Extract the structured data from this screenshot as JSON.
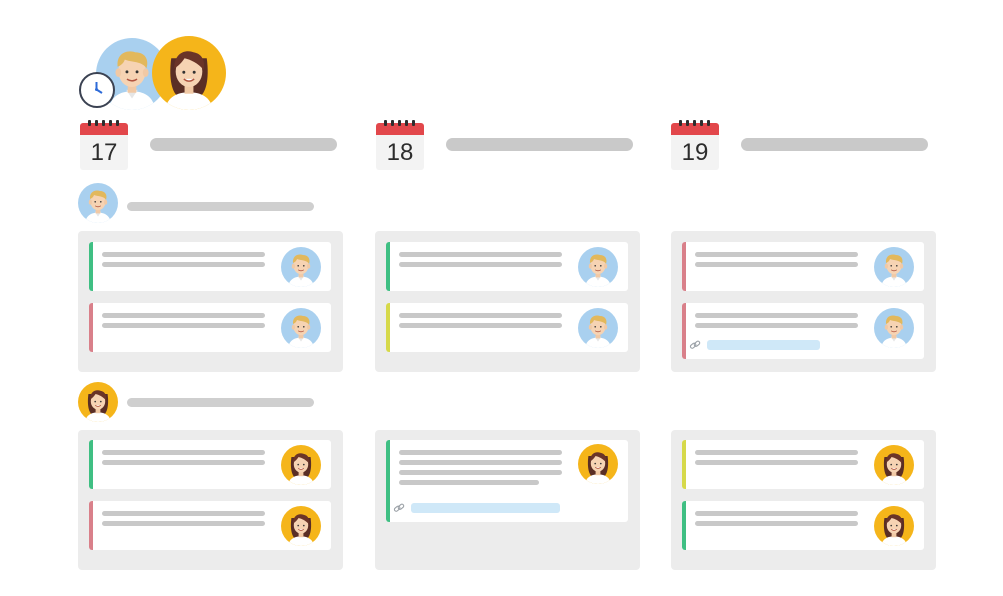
{
  "colors": {
    "calendar_red": "#e2474b",
    "stripe_green": "#3fbf83",
    "stripe_red": "#d9808a",
    "stripe_yellow": "#d6d94a",
    "link_bar": "#cfe8f8",
    "avatar_blue_bg": "#a9d0ef",
    "avatar_yellow_bg": "#f5b51a"
  },
  "icons": {
    "clock": "clock-icon",
    "calendar": "calendar-icon",
    "link": "link-icon"
  },
  "days": [
    {
      "date": "17"
    },
    {
      "date": "18"
    },
    {
      "date": "19"
    }
  ],
  "people": [
    {
      "avatar": "man-avatar"
    },
    {
      "avatar": "woman-avatar"
    }
  ]
}
